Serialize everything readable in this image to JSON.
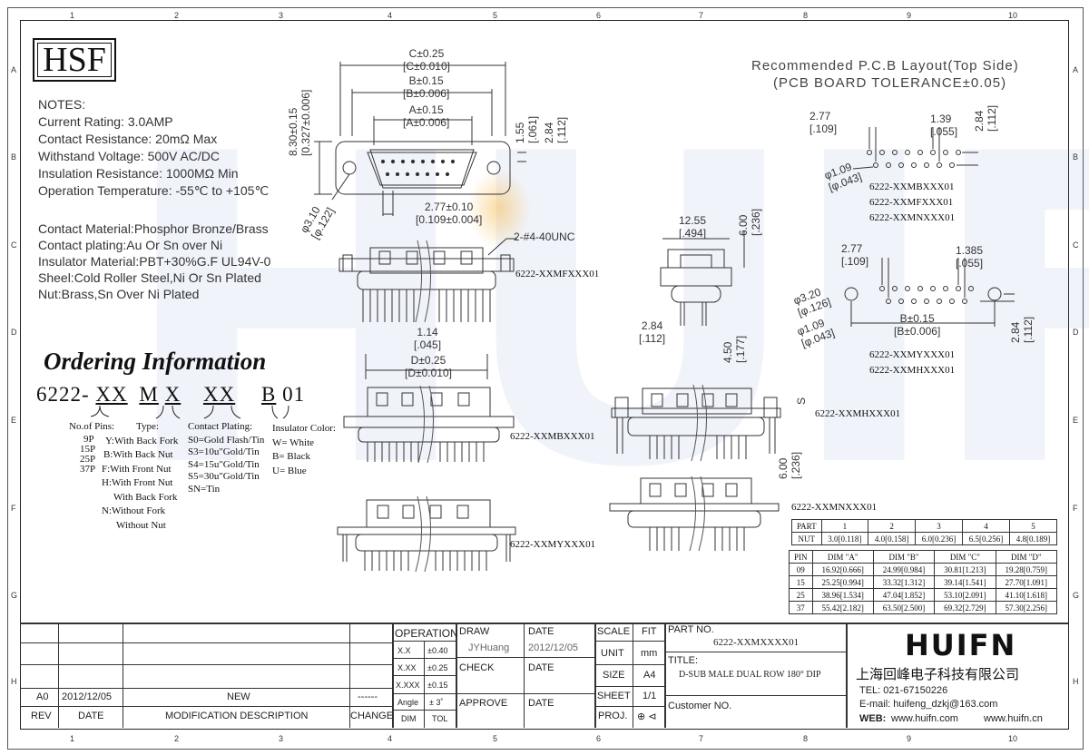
{
  "grid": {
    "cols": [
      "1",
      "2",
      "3",
      "4",
      "5",
      "6",
      "7",
      "8",
      "9",
      "10"
    ],
    "rows": [
      "A",
      "B",
      "C",
      "D",
      "E",
      "F",
      "G",
      "H"
    ]
  },
  "logo": "HSF",
  "notes": {
    "title": "NOTES:",
    "lines": [
      "Current Rating: 3.0AMP",
      "Contact Resistance: 20mΩ Max",
      "Withstand Voltage: 500V AC/DC",
      "Insulation Resistance: 1000MΩ Min",
      "Operation Temperature: -55℃ to +105℃"
    ]
  },
  "materials": [
    "Contact Material:Phosphor Bronze/Brass",
    "Contact plating:Au Or Sn over Ni",
    "Insulator Material:PBT+30%G.F UL94V-0",
    "Sheel:Cold Roller Steel,Ni Or Sn Plated",
    "Nut:Brass,Sn Over Ni Plated"
  ],
  "ordering": {
    "title": "Ordering Information",
    "code": {
      "prefix": "6222-",
      "xx1": "XX",
      "m": "M",
      "x": "X",
      "xx2": "XX",
      "b": "B",
      "suffix": "01"
    },
    "pins": {
      "title": "No.of Pins:",
      "items": [
        "9P",
        "15P",
        "25P",
        "37P"
      ]
    },
    "type": {
      "title": "Type:",
      "items": [
        "Y:With Back Fork",
        "B:With Back Nut",
        "F:With Front Nut",
        "H:With Front Nut",
        "With Back Fork",
        "N:Without Fork",
        "Without Nut"
      ]
    },
    "plating": {
      "title": "Contact Plating:",
      "items": [
        "S0=Gold Flash/Tin",
        "S3=10u\"Gold/Tin",
        "S4=15u\"Gold/Tin",
        "S5=30u\"Gold/Tin",
        "SN=Tin"
      ]
    },
    "color": {
      "title": "Insulator Color:",
      "items": [
        "W= White",
        "B= Black",
        "U= Blue"
      ]
    }
  },
  "dims": {
    "c": "C±0.25",
    "c_in": "[C±0.010]",
    "b": "B±0.15",
    "b_in": "[B±0.006]",
    "a": "A±0.15",
    "a_in": "[A±0.006]",
    "h830": "8.30±0.15",
    "h830_in": "[0.327±0.006]",
    "d155": "1.55",
    "d155_in": "[.061]",
    "d284": "2.84",
    "d284_in": "[.112]",
    "d277": "2.77±0.10",
    "d277_in": "[0.109±0.004]",
    "d310": "φ3.10",
    "d310_in": "[φ.122]",
    "unc": "2-#4-40UNC",
    "d114": "1.14",
    "d114_in": "[.045]",
    "d": "D±0.25",
    "d_in": "[D±0.010]",
    "d1255": "12.55",
    "d1255_in": "[.494]",
    "d600": "6.00",
    "d600_in": "[.236]",
    "d284b": "2.84",
    "d284b_in": "[.112]",
    "d450": "4.50",
    "d450_in": "[.177]",
    "s": "S",
    "d600b": "6.00",
    "d600b_in": "[.236]"
  },
  "parts": {
    "f": "6222-XXMFXXX01",
    "b": "6222-XXMBXXX01",
    "y": "6222-XXMYXXX01",
    "h": "6222-XXMHXXX01",
    "n": "6222-XXMNXXX01"
  },
  "pcb": {
    "title": "Recommended P.C.B Layout(Top Side)",
    "subtitle": "(PCB BOARD TOLERANCE±0.05)",
    "p277": "2.77",
    "p277_in": "[.109]",
    "p139": "1.39",
    "p139_in": "[.055]",
    "p284": "2.84",
    "p284_in": "[.112]",
    "p109": "φ1.09",
    "p109_in": "[φ.043]",
    "list1": [
      "6222-XXMBXXX01",
      "6222-XXMFXXX01",
      "6222-XXMNXXX01"
    ],
    "q277": "2.77",
    "q277_in": "[.109]",
    "q1385": "1.385",
    "q1385_in": "[.055]",
    "q320": "φ3.20",
    "q320_in": "[φ.126]",
    "q109": "φ1.09",
    "q109_in": "[φ.043]",
    "qb": "B±0.15",
    "qb_in": "[B±0.006]",
    "q284": "2.84",
    "q284_in": "[.112]",
    "list2": [
      "6222-XXMYXXX01",
      "6222-XXMHXXX01"
    ]
  },
  "nut_table": {
    "header": [
      "PART",
      "1",
      "2",
      "3",
      "4",
      "5"
    ],
    "row": [
      "NUT",
      "3.0[0.118]",
      "4.0[0.158]",
      "6.0[0.236]",
      "6.5[0.256]",
      "4.8[0.189]"
    ]
  },
  "pin_table": {
    "header": [
      "PIN",
      "DIM \"A\"",
      "DIM \"B\"",
      "DIM \"C\"",
      "DIM \"D\""
    ],
    "rows": [
      [
        "09",
        "16.92[0.666]",
        "24.99[0.984]",
        "30.81[1.213]",
        "19.28[0.759]"
      ],
      [
        "15",
        "25.25[0.994]",
        "33.32[1.312]",
        "39.14[1.541]",
        "27.70[1.091]"
      ],
      [
        "25",
        "38.96[1.534]",
        "47.04[1.852]",
        "53.10[2.091]",
        "41.10[1.618]"
      ],
      [
        "37",
        "55.42[2.182]",
        "63.50[2.500]",
        "69.32[2.729]",
        "57.30[2.256]"
      ]
    ]
  },
  "titleblock": {
    "rev_label": "REV",
    "date_label": "DATE",
    "mod_label": "MODIFICATION DESCRIPTION",
    "change_label": "CHANGE",
    "rev": "A0",
    "rev_date": "2012/12/05",
    "rev_desc": "NEW",
    "rev_change": "------",
    "operation": "OPERATION",
    "tol": [
      [
        "X.X",
        "±0.40"
      ],
      [
        "X.XX",
        "±0.25"
      ],
      [
        "X.XXX",
        "±0.15"
      ],
      [
        "Angle",
        "± 3˚"
      ]
    ],
    "dim": "DIM",
    "tol_label": "TOL",
    "draw": "DRAW",
    "draw_name": "JYHuang",
    "date1": "DATE",
    "date1_val": "2012/12/05",
    "check": "CHECK",
    "date2": "DATE",
    "approve": "APPROVE",
    "date3": "DATE",
    "scale": "SCALE",
    "fit": "FIT",
    "unit": "UNIT",
    "unit_val": "mm",
    "size": "SIZE",
    "size_val": "A4",
    "sheet": "SHEET",
    "sheet_val": "1/1",
    "proj": "PROJ.",
    "proj_val": "⊕ ⊲",
    "partno_label": "PART NO.",
    "partno": "6222-XXMXXXX01",
    "title_label": "TITLE:",
    "title": "D-SUB MALE DUAL ROW 180° DIP",
    "customer": "Customer NO.",
    "company_logo": "HUIFN",
    "company_cn": "上海回峰电子科技有限公司",
    "tel": "TEL: 021-67150226",
    "email": "E-mail: huifeng_dzkj@163.com",
    "web_label": "WEB:",
    "web1": "www.huifn.com",
    "web2": "www.huifn.cn"
  }
}
